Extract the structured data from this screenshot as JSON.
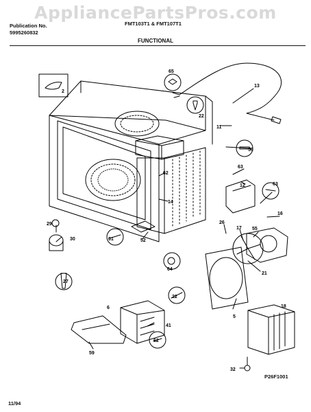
{
  "watermark": "AppliancePartsPros.com",
  "header": {
    "publication_label": "Publication No.",
    "publication_number": "5995260832",
    "model_numbers": "FMT103T1 & FMT107T1",
    "section_title": "FUNCTIONAL"
  },
  "footer": {
    "diagram_code": "P26F1001",
    "date": "11/94"
  },
  "callouts": [
    "2",
    "65",
    "13",
    "22",
    "11",
    "56",
    "62",
    "14",
    "63",
    "12",
    "63",
    "16",
    "26",
    "17",
    "55",
    "29",
    "30",
    "61",
    "52",
    "27",
    "64",
    "21",
    "22",
    "5",
    "6",
    "18",
    "41",
    "62",
    "59",
    "32"
  ]
}
